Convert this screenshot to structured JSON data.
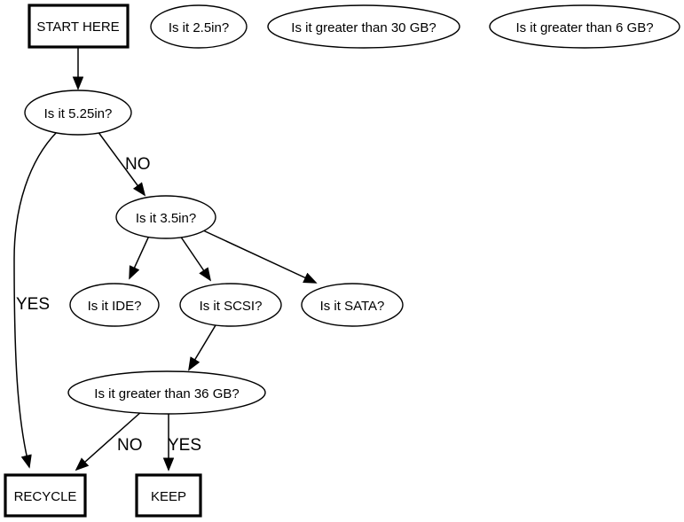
{
  "diagram": {
    "type": "flowchart",
    "background_color": "#ffffff",
    "line_color": "#000000",
    "text_color": "#000000",
    "nodes": {
      "start": {
        "label": "START HERE",
        "shape": "box",
        "border": "bold"
      },
      "is_25in": {
        "label": "Is it 2.5in?",
        "shape": "ellipse"
      },
      "gt_30gb": {
        "label": "Is it greater than 30 GB?",
        "shape": "ellipse"
      },
      "gt_6gb": {
        "label": "Is it greater than 6 GB?",
        "shape": "ellipse"
      },
      "is_525in": {
        "label": "Is it 5.25in?",
        "shape": "ellipse"
      },
      "is_35in": {
        "label": "Is it 3.5in?",
        "shape": "ellipse"
      },
      "is_ide": {
        "label": "Is it IDE?",
        "shape": "ellipse"
      },
      "is_scsi": {
        "label": "Is it SCSI?",
        "shape": "ellipse"
      },
      "is_sata": {
        "label": "Is it SATA?",
        "shape": "ellipse"
      },
      "gt_36gb": {
        "label": "Is it greater than 36 GB?",
        "shape": "ellipse"
      },
      "recycle": {
        "label": "RECYCLE",
        "shape": "box",
        "border": "bold"
      },
      "keep": {
        "label": "KEEP",
        "shape": "box",
        "border": "bold"
      }
    },
    "edges": [
      {
        "from": "start",
        "to": "is_525in",
        "label": ""
      },
      {
        "from": "is_525in",
        "to": "is_35in",
        "label": "NO"
      },
      {
        "from": "is_525in",
        "to": "recycle",
        "label": "YES"
      },
      {
        "from": "is_35in",
        "to": "is_ide",
        "label": ""
      },
      {
        "from": "is_35in",
        "to": "is_scsi",
        "label": ""
      },
      {
        "from": "is_35in",
        "to": "is_sata",
        "label": ""
      },
      {
        "from": "is_scsi",
        "to": "gt_36gb",
        "label": ""
      },
      {
        "from": "gt_36gb",
        "to": "recycle",
        "label": "NO"
      },
      {
        "from": "gt_36gb",
        "to": "keep",
        "label": "YES"
      }
    ]
  }
}
